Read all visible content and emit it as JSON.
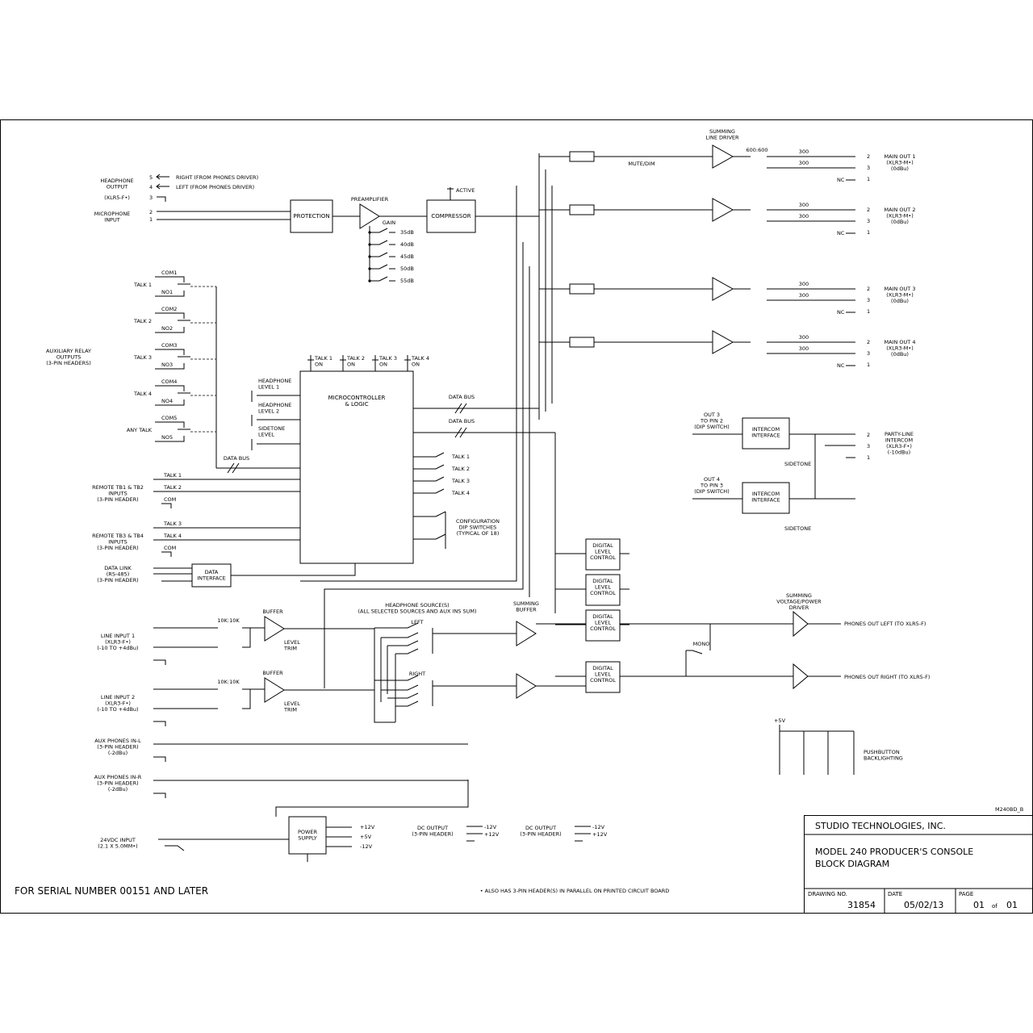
{
  "headphone": {
    "label": "HEADPHONE\nOUTPUT",
    "pin5": "5",
    "pin4": "4",
    "pin3": "3",
    "right": "RIGHT (FROM PHONES DRIVER)",
    "left": "LEFT (FROM PHONES DRIVER)",
    "conn": "(XLR5-F•)"
  },
  "mic": {
    "label": "MICROPHONE\nINPUT",
    "pin2": "2",
    "pin1": "1"
  },
  "blocks": {
    "protection": "PROTECTION",
    "preamp": "PREAMPLIFIER",
    "gain": "GAIN",
    "gains": [
      "35dB",
      "40dB",
      "45dB",
      "50dB",
      "55dB"
    ],
    "compressor": "COMPRESSOR",
    "active": "ACTIVE",
    "micro": "MICROCONTROLLER\n& LOGIC",
    "data_interface": "DATA\nINTERFACE",
    "power_supply": "POWER\nSUPPLY",
    "intercom_interface": "INTERCOM\nINTERFACE",
    "digital_level": "DIGITAL\nLEVEL\nCONTROL",
    "summing_line_driver": "SUMMING\nLINE DRIVER",
    "mute_dim": "MUTE/DIM",
    "xfmr_600": "600:600",
    "summing_buffer": "SUMMING\nBUFFER",
    "summing_vp_driver": "SUMMING\nVOLTAGE/POWER\nDRIVER",
    "buffer": "BUFFER",
    "level_trim": "LEVEL\nTRIM",
    "xfmr_10k": "10K:10K",
    "mono": "MONO",
    "sidetone": "SIDETONE",
    "hp_source": "HEADPHONE SOURCE(S)\n(ALL SELECTED SOURCES AND AUX INS SUM)",
    "left": "LEFT",
    "right": "RIGHT",
    "data_bus": "DATA BUS",
    "hp_level1": "HEADPHONE\nLEVEL 1",
    "hp_level2": "HEADPHONE\nLEVEL 2",
    "sidetone_level": "SIDETONE\nLEVEL",
    "config_dip": "CONFIGURATION\nDIP SWITCHES\n(TYPICAL OF 18)",
    "out3_pin2": "OUT 3\nTO PIN 2\n(DIP SWITCH)",
    "out4_pin3": "OUT 4\nTO PIN 3\n(DIP SWITCH)",
    "pushbutton": "PUSHBUTTON\nBACKLIGHTING",
    "plus5v": "+5V",
    "r300": "300",
    "r10k": "10K"
  },
  "talk_leds": [
    "TALK 1\nON",
    "TALK 2\nON",
    "TALK 3\nON",
    "TALK 4\nON"
  ],
  "talk_switches": [
    "TALK 1",
    "TALK 2",
    "TALK 3",
    "TALK 4"
  ],
  "aux_relay": {
    "label": "AUXILIARY RELAY\nOUTPUTS\n(3-PIN HEADERS)",
    "relays": [
      {
        "name": "TALK 1",
        "com": "COM1",
        "no": "NO1"
      },
      {
        "name": "TALK 2",
        "com": "COM2",
        "no": "NO2"
      },
      {
        "name": "TALK 3",
        "com": "COM3",
        "no": "NO3"
      },
      {
        "name": "TALK 4",
        "com": "COM4",
        "no": "NO4"
      },
      {
        "name": "ANY TALK",
        "com": "COM5",
        "no": "NO5"
      }
    ]
  },
  "remote": [
    {
      "label": "REMOTE TB1 & TB2\nINPUTS\n(3-PIN HEADER)",
      "a": "TALK 1",
      "b": "TALK 2",
      "com": "COM"
    },
    {
      "label": "REMOTE TB3 & TB4\nINPUTS\n(3-PIN HEADER)",
      "a": "TALK 3",
      "b": "TALK 4",
      "com": "COM"
    }
  ],
  "data_link": "DATA LINK\n(RS-485)\n(3-PIN HEADER)",
  "line_inputs": [
    {
      "label": "LINE INPUT 1\n(XLR3-F•)\n(-10 TO +4dBu)"
    },
    {
      "label": "LINE INPUT 2\n(XLR3-F•)\n(-10 TO +4dBu)"
    }
  ],
  "aux_phones": [
    {
      "label": "AUX PHONES IN-L\n(3-PIN HEADER)\n(-2dBu)"
    },
    {
      "label": "AUX PHONES IN-R\n(3-PIN HEADER)\n(-2dBu)"
    }
  ],
  "power": {
    "input": "24VDC INPUT\n(2.1 X 5.0MM•)",
    "p12": "+12V",
    "p5": "+5V",
    "m12": "-12V"
  },
  "dc_outputs": [
    {
      "label": "DC OUTPUT\n(3-PIN HEADER)",
      "p3": "-12V",
      "p2": "+12V"
    },
    {
      "label": "DC OUTPUT\n(3-PIN HEADER)",
      "p3": "-12V",
      "p2": "+12V"
    }
  ],
  "main_outs": [
    {
      "label": "MAIN OUT 1\n(XLR3-M•)\n(0dBu)"
    },
    {
      "label": "MAIN OUT 2\n(XLR3-M•)\n(0dBu)"
    },
    {
      "label": "MAIN OUT 3\n(XLR3-M•)\n(0dBu)"
    },
    {
      "label": "MAIN OUT 4\n(XLR3-M•)\n(0dBu)"
    }
  ],
  "party_line": "PARTY-LINE\nINTERCOM\n(XLR3-F•)\n(-10dBu)",
  "nc": "NC",
  "phones_out_left": "PHONES OUT LEFT (TO XLR5-F)",
  "phones_out_right": "PHONES OUT RIGHT (TO XLR5-F)",
  "footer": {
    "serial": "FOR SERIAL NUMBER 00151 AND LATER",
    "note": "• ALSO HAS 3-PIN HEADER(S) IN PARALLEL ON PRINTED CIRCUIT BOARD",
    "ref": "M240BD_B"
  },
  "title_block": {
    "company": "STUDIO TECHNOLOGIES, INC.",
    "title1": "MODEL 240 PRODUCER'S CONSOLE",
    "title2": "BLOCK DIAGRAM",
    "drawing_no_label": "DRAWING NO.",
    "drawing_no": "31854",
    "date_label": "DATE",
    "date": "05/02/13",
    "page_label": "PAGE",
    "page": "01",
    "of": "of",
    "pages": "01"
  }
}
